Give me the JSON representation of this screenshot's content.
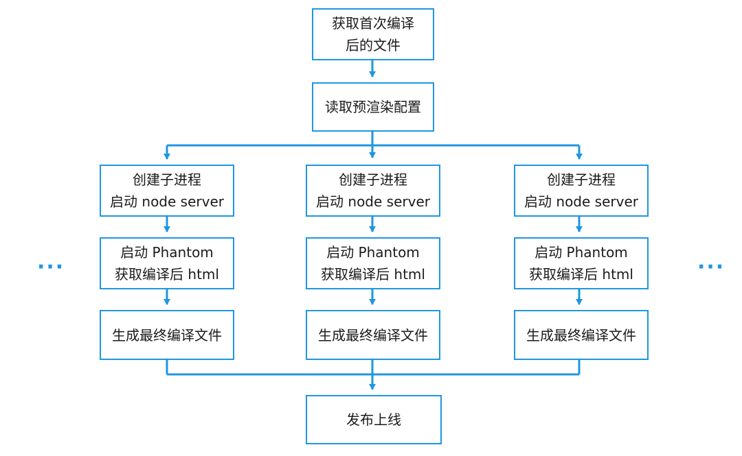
{
  "colors": {
    "accent": "#1e96e0"
  },
  "nodes": {
    "get_first_compile": {
      "line1": "获取首次编译",
      "line2": "后的文件"
    },
    "read_config": {
      "label": "读取预渲染配置"
    },
    "branches": [
      {
        "create_process": {
          "line1": "创建子进程",
          "line2": "启动 node server"
        },
        "start_phantom": {
          "line1": "启动 Phantom",
          "line2": "获取编译后 html"
        },
        "generate_final": {
          "label": "生成最终编译文件"
        }
      },
      {
        "create_process": {
          "line1": "创建子进程",
          "line2": "启动 node server"
        },
        "start_phantom": {
          "line1": "启动 Phantom",
          "line2": "获取编译后 html"
        },
        "generate_final": {
          "label": "生成最终编译文件"
        }
      },
      {
        "create_process": {
          "line1": "创建子进程",
          "line2": "启动 node server"
        },
        "start_phantom": {
          "line1": "启动 Phantom",
          "line2": "获取编译后 html"
        },
        "generate_final": {
          "label": "生成最终编译文件"
        }
      }
    ],
    "publish": {
      "label": "发布上线"
    }
  },
  "ellipsis": {
    "left": "···",
    "right": "···"
  }
}
